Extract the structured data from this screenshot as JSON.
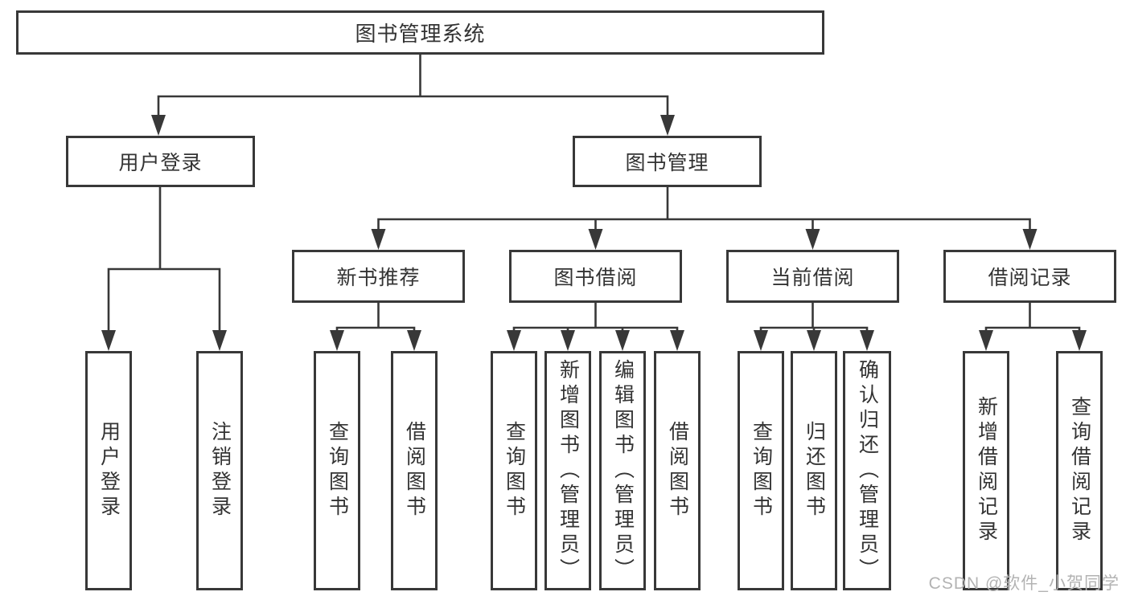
{
  "diagram": {
    "title": "图书管理系统",
    "branches": {
      "user_login": {
        "label": "用户登录",
        "leaves": [
          "用户登录",
          "注销登录"
        ]
      },
      "book_mgmt": {
        "label": "图书管理",
        "groups": [
          {
            "label": "新书推荐",
            "leaves": [
              "查询图书",
              "借阅图书"
            ]
          },
          {
            "label": "图书借阅",
            "leaves": [
              "查询图书",
              "新增图书（管理员）",
              "编辑图书（管理员）",
              "借阅图书"
            ]
          },
          {
            "label": "当前借阅",
            "leaves": [
              "查询图书",
              "归还图书",
              "确认归还（管理员）"
            ]
          },
          {
            "label": "借阅记录",
            "leaves": [
              "新增借阅记录",
              "查询借阅记录"
            ]
          }
        ]
      }
    }
  },
  "watermark": "CSDN @软件_小贺同学",
  "colors": {
    "line": "#383838",
    "text": "#333333",
    "watermark": "#b3b3b3",
    "canvas": "#ffffff"
  }
}
